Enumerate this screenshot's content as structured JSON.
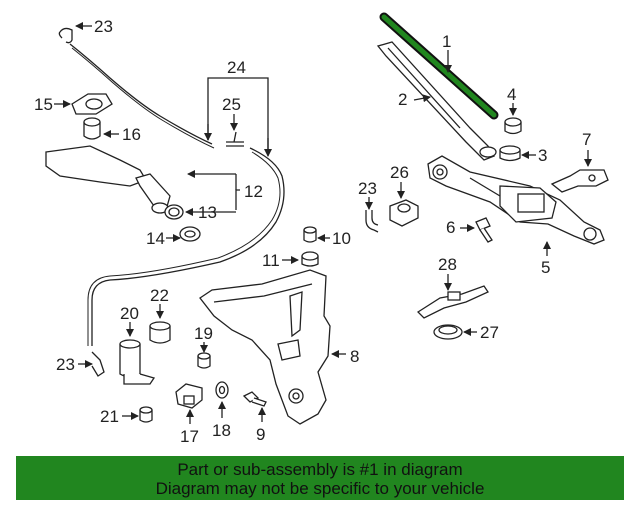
{
  "banner": {
    "line1": "Part or sub-assembly is #1 in diagram",
    "line2": "Diagram may not be specific to your vehicle",
    "color": "#21861f"
  },
  "highlight_color": "#21861f",
  "callouts": {
    "c1": "1",
    "c2": "2",
    "c3": "3",
    "c4": "4",
    "c5": "5",
    "c6": "6",
    "c7": "7",
    "c8": "8",
    "c9": "9",
    "c10": "10",
    "c11": "11",
    "c12": "12",
    "c13": "13",
    "c14": "14",
    "c15": "15",
    "c16": "16",
    "c17": "17",
    "c18": "18",
    "c19": "19",
    "c20": "20",
    "c21": "21",
    "c22": "22",
    "c23a": "23",
    "c23b": "23",
    "c23c": "23",
    "c24": "24",
    "c25": "25",
    "c26": "26",
    "c27": "27",
    "c28": "28"
  }
}
